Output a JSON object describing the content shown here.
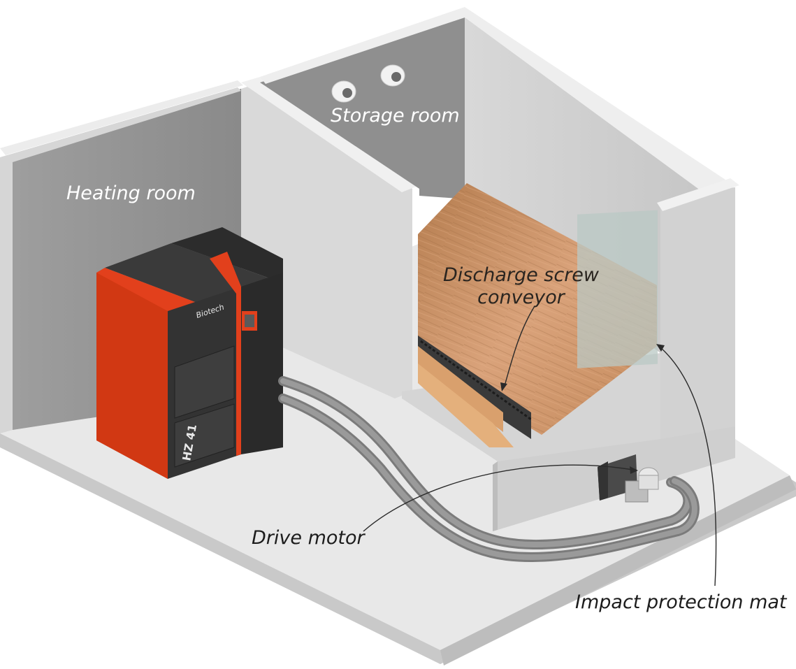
{
  "labels": {
    "heating_room": "Heating room",
    "storage_room": "Storage room",
    "discharge_line1": "Discharge screw",
    "discharge_line2": "conveyor",
    "drive_motor": "Drive motor",
    "impact_mat": "Impact protection mat"
  },
  "boiler": {
    "brand": "Biotech",
    "model": "HZ 41"
  },
  "colors": {
    "wall": "#dcdcdc",
    "wall_shadow": "#a8a8a8",
    "floor": "#e6e6e6",
    "boiler_orange": "#e2401c",
    "boiler_dark": "#2e2e2e",
    "wood": "#c98f5e",
    "hose": "#8c8c8c"
  }
}
